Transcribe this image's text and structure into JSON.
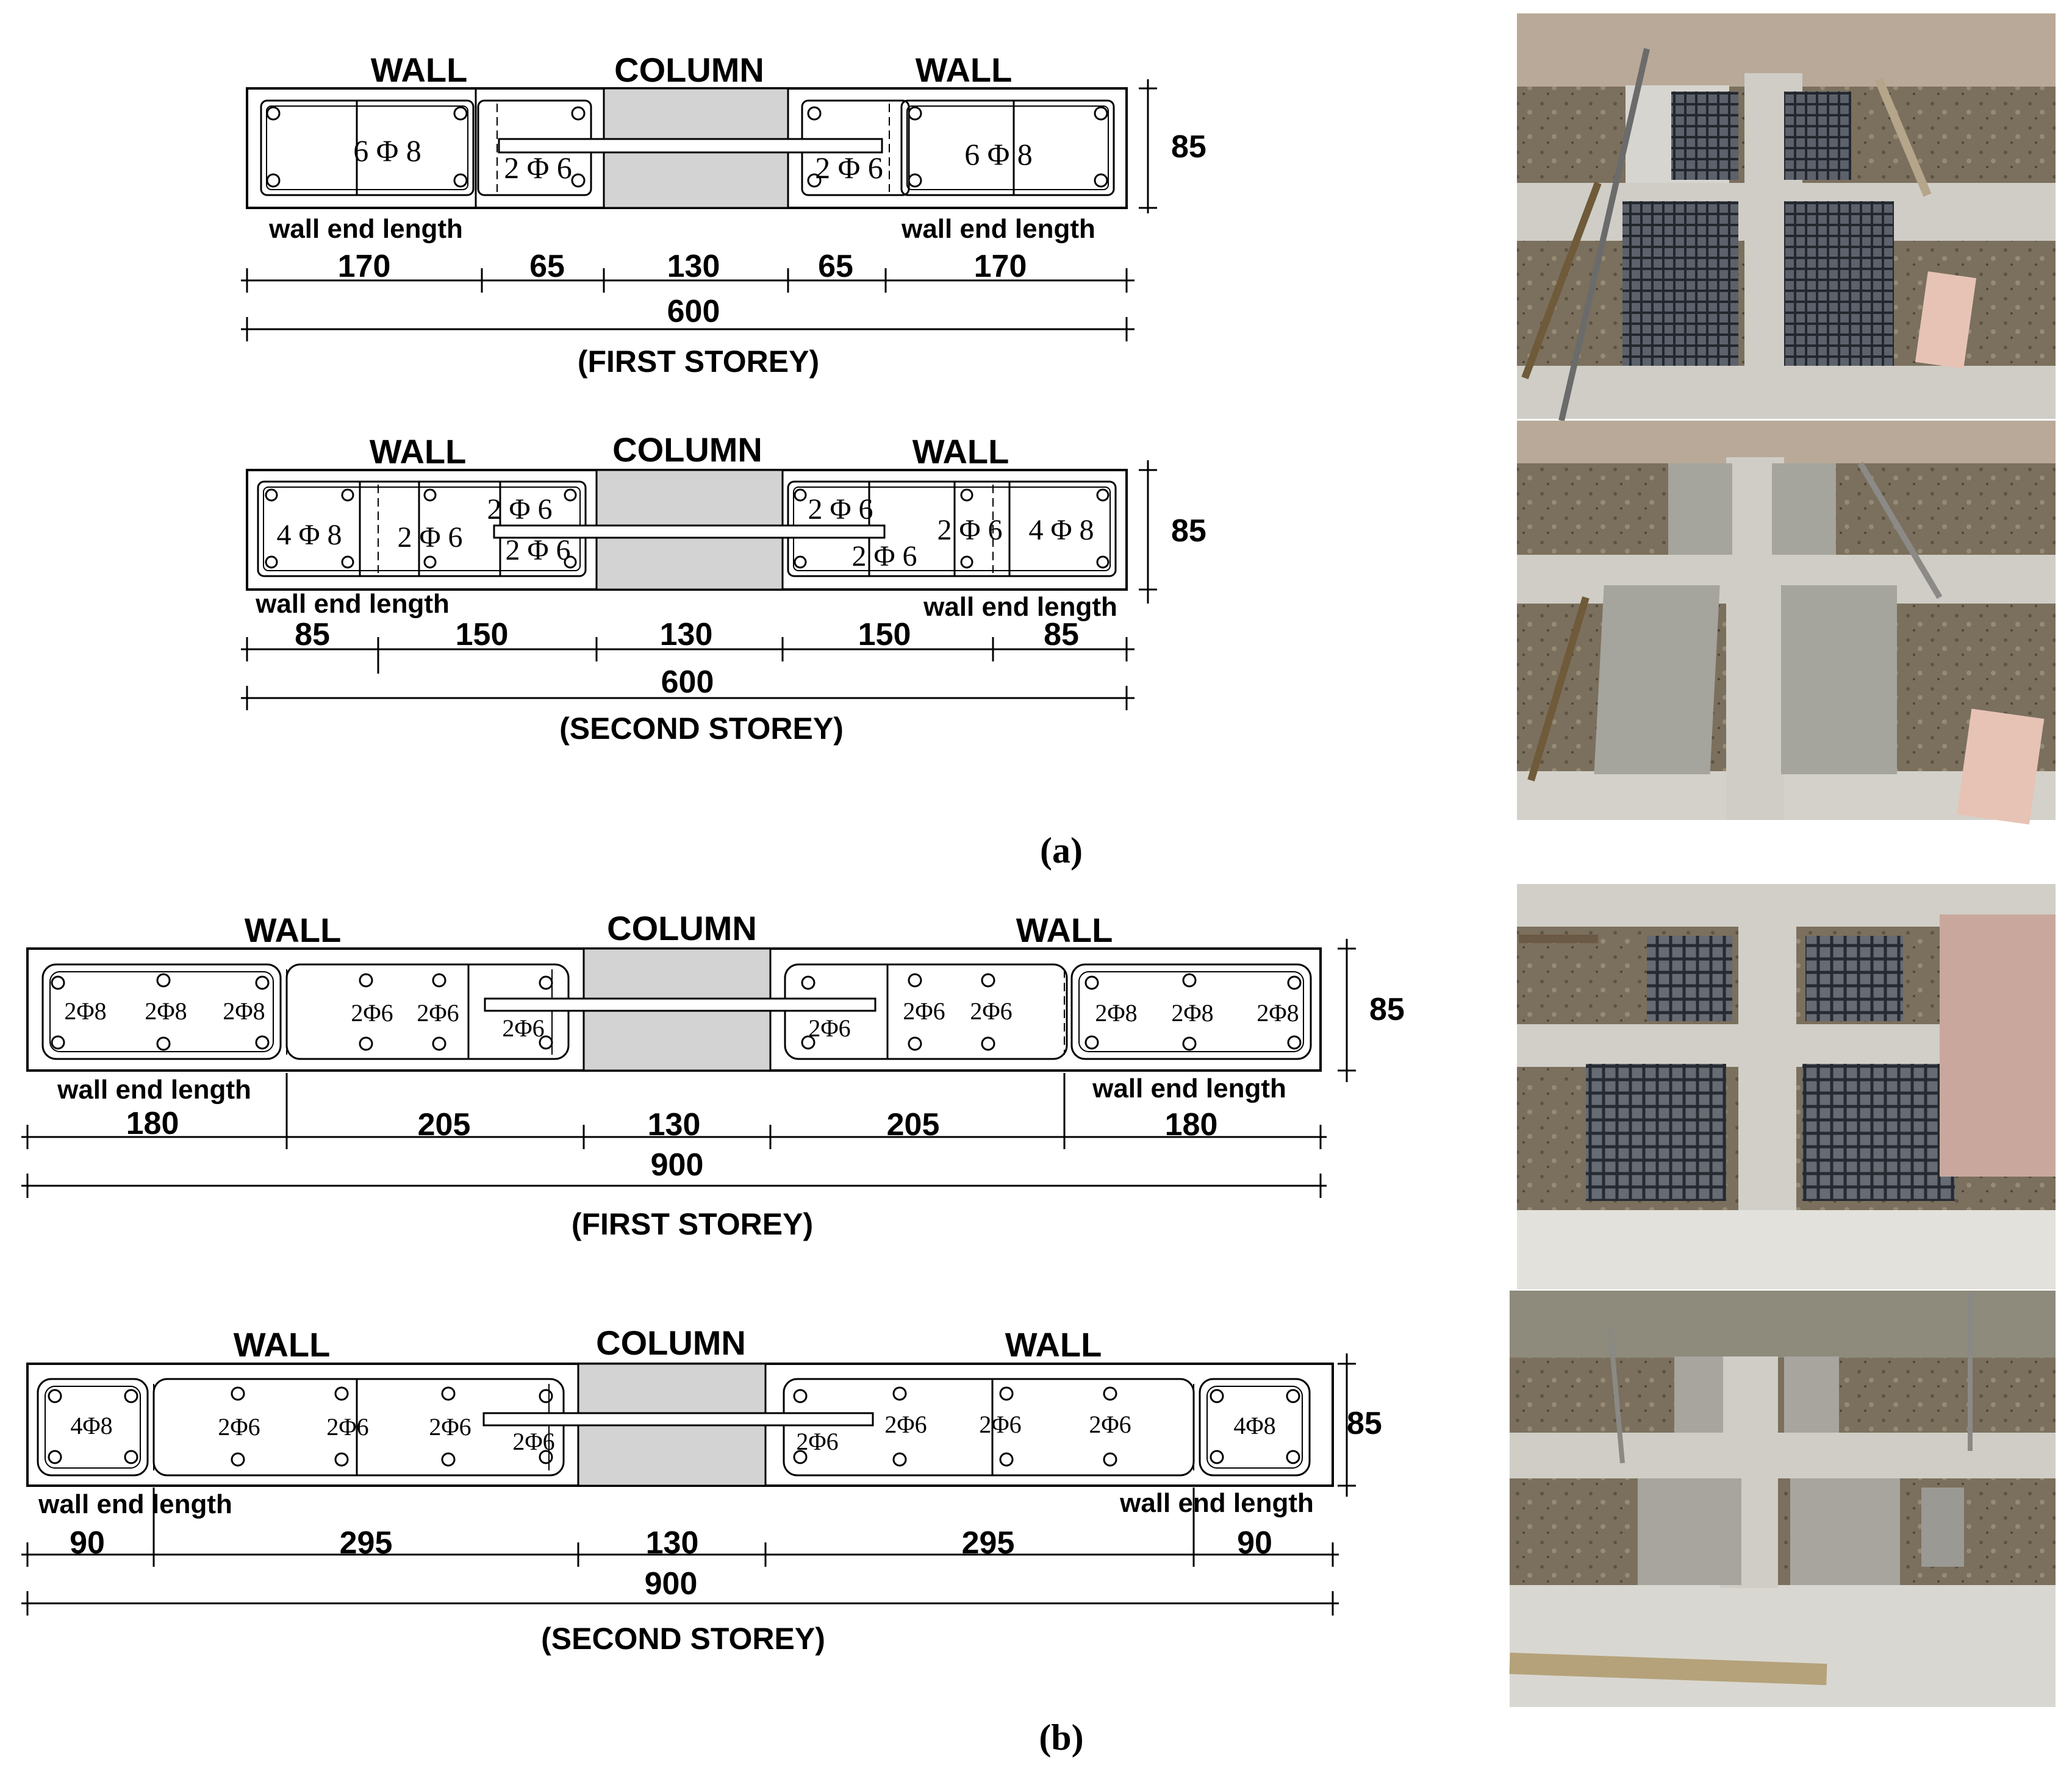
{
  "panels": [
    {
      "id": "a",
      "label": "(a)",
      "sections": [
        {
          "caption": "(FIRST STOREY)",
          "headings": {
            "wall_left": "WALL",
            "column": "COLUMN",
            "wall_right": "WALL"
          },
          "thickness": "85",
          "segment_dims": [
            "170",
            "65",
            "130",
            "65",
            "170"
          ],
          "total": "600",
          "wall_end_left": "wall end length",
          "wall_end_right": "wall end length",
          "rebar": [
            "6 Φ 8",
            "2 Φ 6",
            "2 Φ 6",
            "6 Φ 8"
          ]
        },
        {
          "caption": "(SECOND STOREY)",
          "headings": {
            "wall_left": "WALL",
            "column": "COLUMN",
            "wall_right": "WALL"
          },
          "thickness": "85",
          "segment_dims": [
            "85",
            "150",
            "130",
            "150",
            "85"
          ],
          "total": "600",
          "wall_end_left": "wall end length",
          "wall_end_right": "wall end length",
          "rebar": [
            "4 Φ 8",
            "2 Φ 6",
            "2 Φ 6",
            "2 Φ 6",
            "2 Φ 6",
            "2 Φ 6",
            "2 Φ 6",
            "4 Φ 8"
          ]
        }
      ]
    },
    {
      "id": "b",
      "label": "(b)",
      "sections": [
        {
          "caption": "(FIRST STOREY)",
          "headings": {
            "wall_left": "WALL",
            "column": "COLUMN",
            "wall_right": "WALL"
          },
          "thickness": "85",
          "segment_dims": [
            "180",
            "205",
            "130",
            "205",
            "180"
          ],
          "total": "900",
          "wall_end_left": "wall end length",
          "wall_end_right": "wall end length",
          "rebar": [
            "2Φ8",
            "2Φ8",
            "2Φ8",
            "2Φ6",
            "2Φ6",
            "2Φ6",
            "2Φ6",
            "2Φ6",
            "2Φ6",
            "2Φ8",
            "2Φ8",
            "2Φ8"
          ]
        },
        {
          "caption": "(SECOND STOREY)",
          "headings": {
            "wall_left": "WALL",
            "column": "COLUMN",
            "wall_right": "WALL"
          },
          "thickness": "85",
          "segment_dims": [
            "90",
            "295",
            "130",
            "295",
            "90"
          ],
          "total": "900",
          "wall_end_left": "wall end length",
          "wall_end_right": "wall end length",
          "rebar": [
            "4Φ8",
            "2Φ6",
            "2Φ6",
            "2Φ6",
            "2Φ6",
            "2Φ6",
            "2Φ6",
            "2Φ6",
            "2Φ6",
            "4Φ8"
          ]
        }
      ]
    }
  ],
  "photos": [
    {
      "name": "photo-a-first-storey",
      "content": "rebar cages in formwork"
    },
    {
      "name": "photo-a-second-storey",
      "content": "concrete poured in formwork"
    },
    {
      "name": "photo-b-first-storey",
      "content": "rebar cages in formwork"
    },
    {
      "name": "photo-b-second-storey",
      "content": "concrete poured in formwork"
    }
  ],
  "colors": {
    "column_fill": "#d3d3d3",
    "line": "#000000",
    "concrete": "#c9c7c0",
    "soil": "#7a6f5c",
    "rebar": "#3a3f48"
  }
}
